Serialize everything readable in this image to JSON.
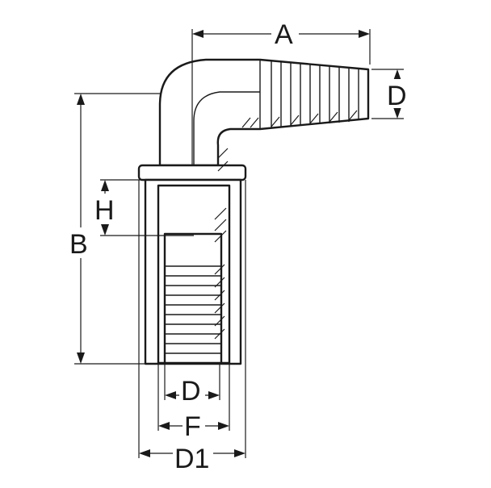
{
  "labels": {
    "a": "A",
    "b": "B",
    "d_top": "D",
    "h": "H",
    "d_bottom": "D",
    "f": "F",
    "d1": "D1"
  }
}
